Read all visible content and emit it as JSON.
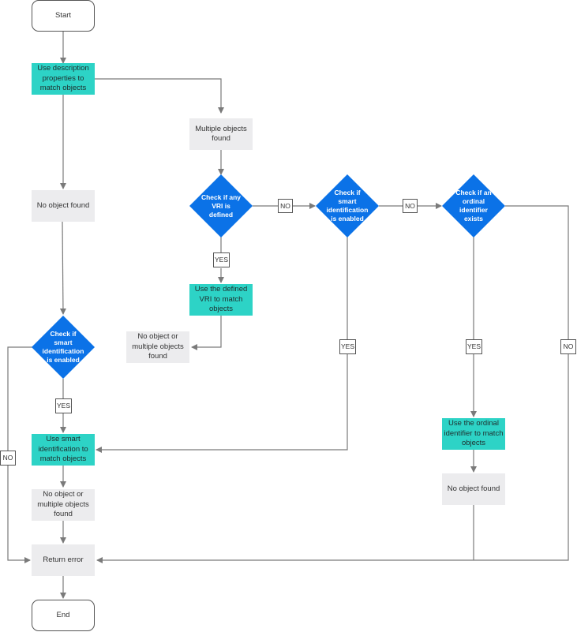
{
  "colors": {
    "terminal_fill": "#ffffff",
    "action_fill": "#2dd3c6",
    "result_fill": "#ececee",
    "decision_fill": "#0b72e7",
    "connector": "#7a7a7a"
  },
  "nodes": {
    "start": "Start",
    "use_description": "Use description properties to match objects",
    "multiple_found": "Multiple objects found",
    "no_object_found_1": "No object found",
    "check_vri": "Check if any VRI is defined",
    "check_smart_2": "Check if smart identification is enabled",
    "check_ordinal": "Check if an ordinal identifier exists",
    "use_vri": "Use the defined VRI to match objects",
    "none_or_multiple_1": "No object or multiple objects found",
    "check_smart_1": "Check if smart identification is enabled",
    "use_smart": "Use smart identification to match objects",
    "none_or_multiple_2": "No object or multiple objects found",
    "use_ordinal": "Use the ordinal identifier to match objects",
    "no_object_found_2": "No object found",
    "return_error": "Return error",
    "end": "End"
  },
  "edge_labels": {
    "no_vri": "NO",
    "no_smart_2": "NO",
    "yes_vri": "YES",
    "yes_smart_2": "YES",
    "yes_ordinal": "YES",
    "no_ordinal": "NO",
    "yes_smart_1": "YES",
    "no_smart_1": "NO"
  }
}
